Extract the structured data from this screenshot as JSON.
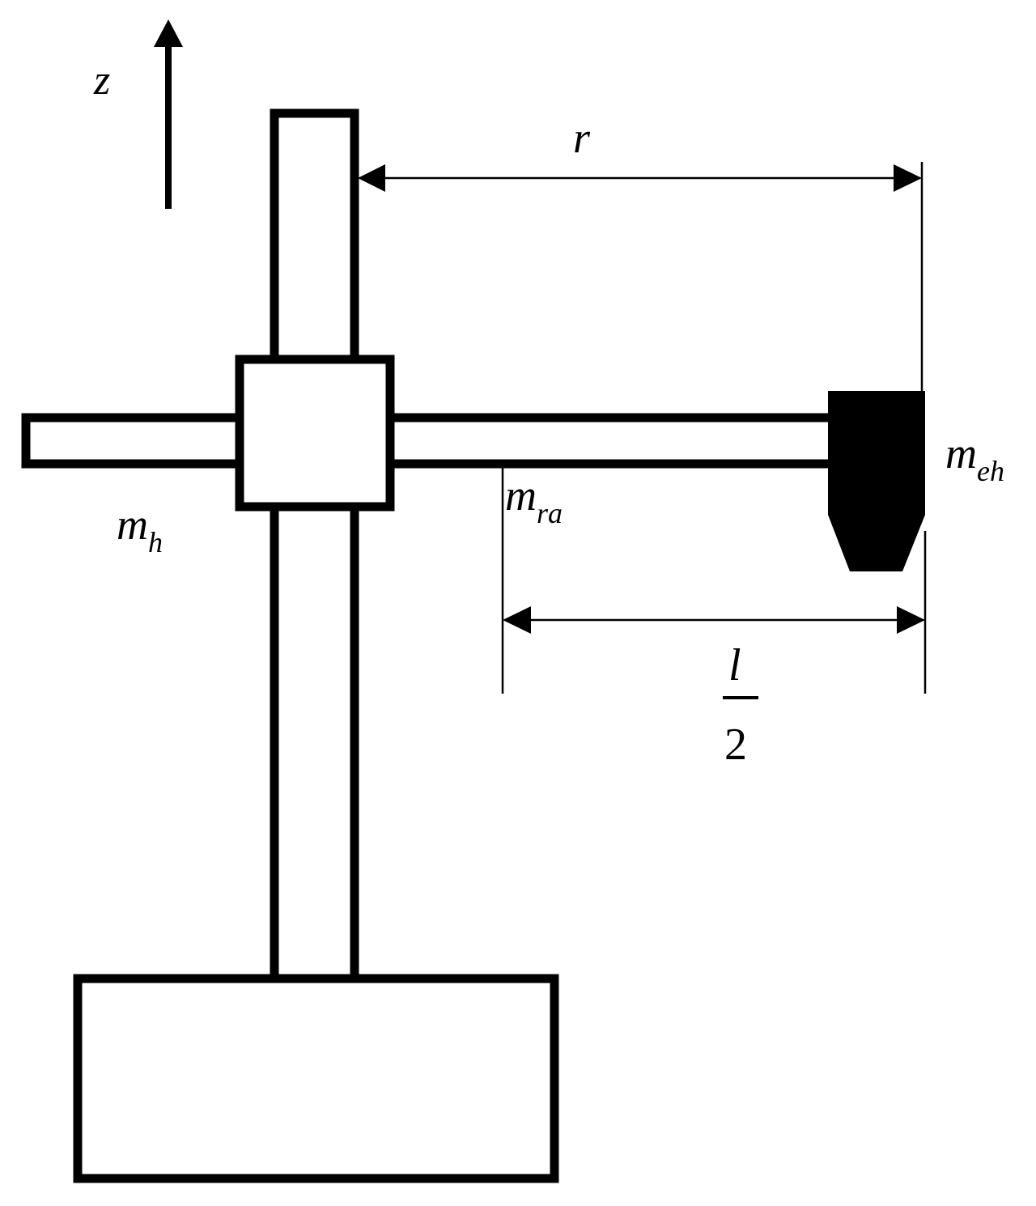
{
  "axis": {
    "label": "z"
  },
  "dimensions": {
    "reach": "r",
    "half_length_numerator": "l",
    "half_length_denominator": "2"
  },
  "masses": {
    "hub": {
      "symbol": "m",
      "subscript": "h"
    },
    "radial_arm": {
      "symbol": "m",
      "subscript": "ra"
    },
    "end_effector": {
      "symbol": "m",
      "subscript": "eh"
    }
  },
  "colors": {
    "stroke": "#000000",
    "fill": "#ffffff",
    "end_effector_fill": "#000000"
  }
}
